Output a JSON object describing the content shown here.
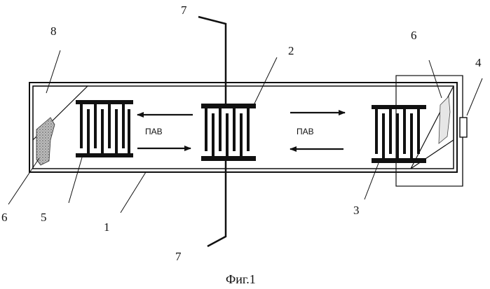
{
  "figure": {
    "caption": "Фиг.1",
    "wave_label_left": "ПАВ",
    "wave_label_right": "ПАВ",
    "labels": {
      "l1": "1",
      "l2": "2",
      "l3": "3",
      "l4": "4",
      "l5": "5",
      "l6a": "6",
      "l6b": "6",
      "l7a": "7",
      "l7b": "7",
      "l8": "8"
    }
  },
  "colors": {
    "ink": "#111111",
    "hatch": "#7a7a7a"
  },
  "icons": {
    "arrow": "arrow-icon",
    "resistor": "resistor-icon"
  }
}
